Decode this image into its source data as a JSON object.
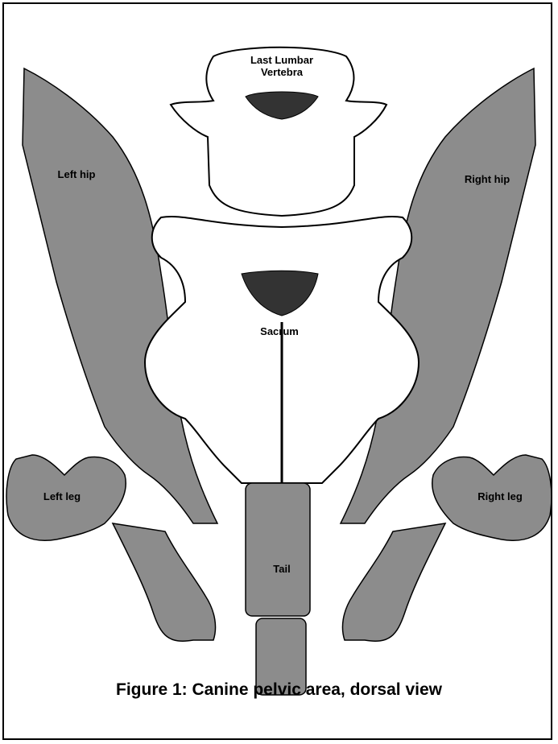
{
  "labels": {
    "last_lumbar_line1": "Last Lumbar",
    "last_lumbar_line2": "Vertebra",
    "left_hip": "Left hip",
    "right_hip": "Right hip",
    "sacrum": "Sacrum",
    "left_leg": "Left leg",
    "right_leg": "Right leg",
    "tail": "Tail"
  },
  "caption": "Figure 1: Canine pelvic area, dorsal view",
  "colors": {
    "bone_gray": "#8c8c8c",
    "outline": "#000000",
    "background": "#ffffff"
  }
}
